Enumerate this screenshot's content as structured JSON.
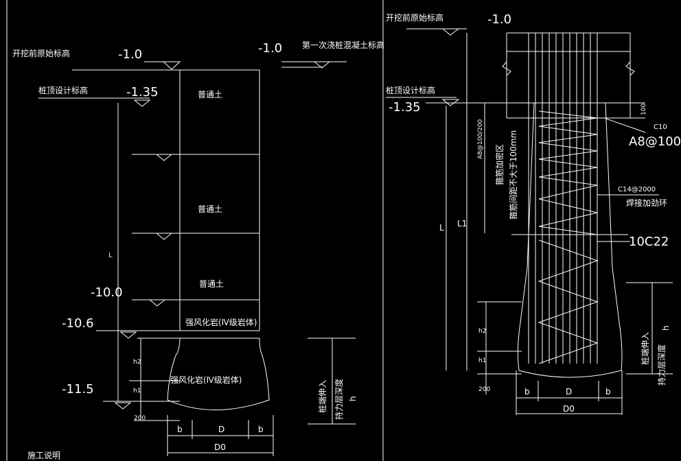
{
  "left": {
    "label_original_ground": "开挖前原始标高",
    "elev_ground": "-1.0",
    "label_pile_top": "桩顶设计标高",
    "elev_pile_top": "-1.35",
    "elev_first_pour": "-1.0",
    "label_first_pour": "第一次浇桩混凝土标高",
    "layer_1": "普通土",
    "layer_2": "普通土",
    "layer_3": "普通土",
    "layer_4": "强风化岩(Ⅳ级岩体)",
    "layer_5": "强风化岩(Ⅳ级岩体)",
    "elev_layer_3": "-10.0",
    "elev_layer_4": "-10.6",
    "elev_bottom": "-11.5",
    "dim_L": "L",
    "dim_h2": "h2",
    "dim_h1": "h1",
    "dim_200": "200",
    "dim_b_left": "b",
    "dim_D": "D",
    "dim_b_right": "b",
    "dim_D0": "D0",
    "label_embed": "桩端伸入",
    "label_bearing": "持力层深度",
    "dim_h": "h",
    "note": "施工说明"
  },
  "right": {
    "label_original_ground": "开挖前原始标高",
    "elev_ground": "-1.0",
    "label_pile_top": "桩顶设计标高",
    "elev_pile_top": "-1.35",
    "dim_100": "100",
    "spec_c10": "C10",
    "spec_a8": "A8@100",
    "spec_dense_zone": "A8@100/200",
    "label_dense_zone": "箍筋加密区",
    "label_spacing": "箍筋间距不大于100mm",
    "spec_c14": "C14@2000",
    "label_ring": "焊接加劲环",
    "spec_main_bar": "10C22",
    "dim_L": "L",
    "dim_L1": "L1",
    "dim_h2": "h2",
    "dim_h1": "h1",
    "dim_200": "200",
    "dim_b_left": "b",
    "dim_D": "D",
    "dim_b_right": "b",
    "dim_D0": "D0",
    "label_embed": "桩端伸入",
    "label_bearing": "持力层深度",
    "dim_h": "h"
  }
}
